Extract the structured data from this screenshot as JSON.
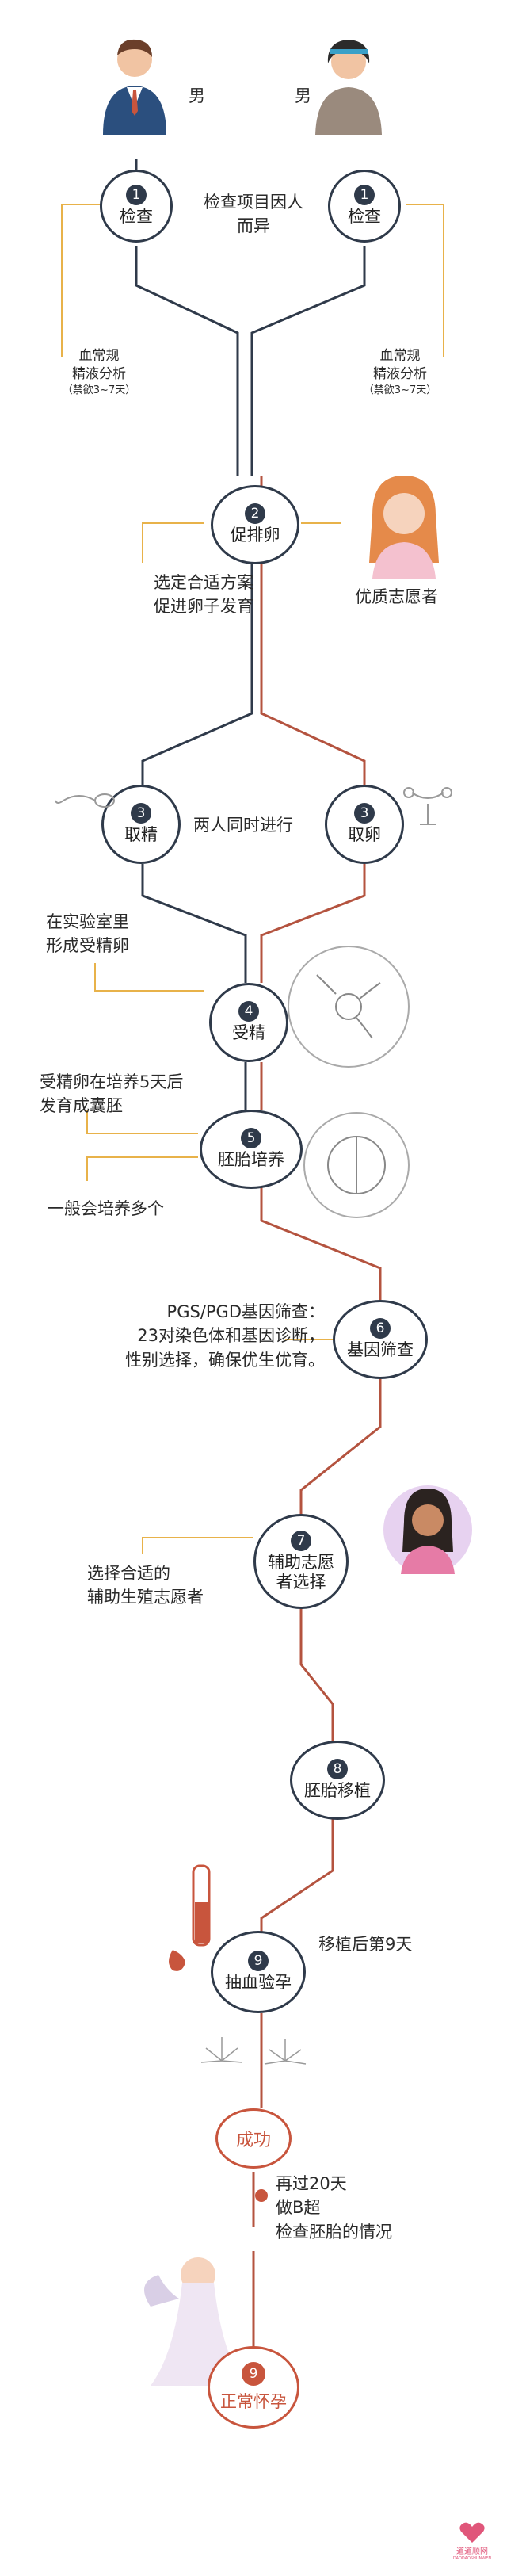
{
  "people": {
    "left_label": "男",
    "right_label": "男"
  },
  "steps": [
    {
      "num": "1",
      "label": "检查"
    },
    {
      "num": "1",
      "label": "检查"
    },
    {
      "num": "2",
      "label": "促排卵"
    },
    {
      "num": "3",
      "label": "取精"
    },
    {
      "num": "3",
      "label": "取卵"
    },
    {
      "num": "4",
      "label": "受精"
    },
    {
      "num": "5",
      "label": "胚胎培养"
    },
    {
      "num": "6",
      "label": "基因筛查"
    },
    {
      "num": "7",
      "label": "辅助志愿者选择"
    },
    {
      "num": "8",
      "label": "胚胎移植"
    },
    {
      "num": "9",
      "label": "抽血验孕"
    },
    {
      "num": "9",
      "label": "正常怀孕"
    }
  ],
  "success_label": "成功",
  "notes": {
    "check_center": "检查项目因人而异",
    "left_exam_1": "血常规",
    "left_exam_2": "精液分析",
    "left_exam_3": "（禁欲3~7天）",
    "right_exam_1": "血常规",
    "right_exam_2": "精液分析",
    "right_exam_3": "（禁欲3~7天）",
    "stim_1": "选定合适方案",
    "stim_2": "促进卵子发育",
    "volunteer": "优质志愿者",
    "simultaneous": "两人同时进行",
    "fert_1": "在实验室里",
    "fert_2": "形成受精卵",
    "culture_1": "受精卵在培养5天后",
    "culture_2": "发育成囊胚",
    "culture_3": "一般会培养多个",
    "pgs_1": "PGS/PGD基因筛查：",
    "pgs_2": "23对染色体和基因诊断，",
    "pgs_3": "性别选择，确保优生优育。",
    "vol_1": "选择合适的",
    "vol_2": "辅助生殖志愿者",
    "after_transfer": "移植后第9天",
    "later_1": "再过20天",
    "later_2": "做B超",
    "later_3": "检查胚胎的情况"
  },
  "watermark": {
    "line1": "道道顺网",
    "line2": "DAODAOSHUNWEN"
  },
  "colors": {
    "line_dark": "#2f3a4a",
    "line_red": "#b4533f",
    "accent": "#e8b24a",
    "success": "#c8553d"
  }
}
